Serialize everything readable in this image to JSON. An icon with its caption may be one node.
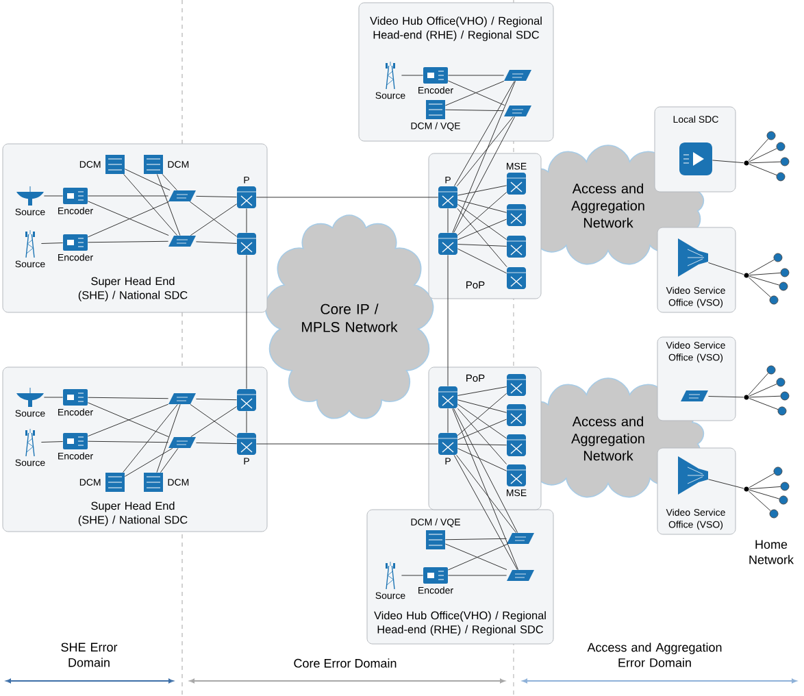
{
  "diagram": {
    "nodes": [
      {
        "text": [
          "Super Head End (SHE) / National SDC"
        ]
      },
      {
        "text": [
          "Source"
        ],
        "in": 0
      },
      {
        "text": [
          "Source"
        ],
        "in": 0
      },
      {
        "text": [
          "Encoder"
        ],
        "in": 0
      },
      {
        "text": [
          "Encoder"
        ],
        "in": 0
      },
      {
        "text": [
          "DCM"
        ],
        "in": 0
      },
      {
        "text": [
          "DCM"
        ],
        "in": 0
      },
      {
        "text": [],
        "shape": "box",
        "in": 0
      },
      {
        "text": [],
        "shape": "box",
        "in": 0
      },
      {
        "text": [
          "P"
        ],
        "in": 0
      },
      {
        "text": [],
        "shape": "cylinder",
        "in": 0
      },
      {
        "text": [
          "Super Head End (SHE) / National SDC"
        ]
      },
      {
        "text": [
          "Source"
        ],
        "in": 11
      },
      {
        "text": [
          "Source"
        ],
        "in": 11
      },
      {
        "text": [
          "Encoder"
        ],
        "in": 11
      },
      {
        "text": [
          "Encoder"
        ],
        "in": 11
      },
      {
        "text": [
          "DCM"
        ],
        "in": 11
      },
      {
        "text": [
          "DCM"
        ],
        "in": 11
      },
      {
        "text": [],
        "shape": "box",
        "in": 11
      },
      {
        "text": [],
        "shape": "box",
        "in": 11
      },
      {
        "text": [],
        "shape": "cylinder",
        "in": 11
      },
      {
        "text": [
          "P"
        ],
        "in": 11
      },
      {
        "text": [
          "Core IP / MPLS Network"
        ]
      },
      {
        "text": [
          "Video Hub Office(VHO) / Regional Head-end (RHE) / Regional SDC"
        ]
      },
      {
        "text": [
          "Source"
        ],
        "in": 23
      },
      {
        "text": [
          "Encoder"
        ],
        "in": 23
      },
      {
        "text": [
          "DCM / VQE"
        ],
        "in": 23
      },
      {
        "text": [],
        "shape": "box",
        "in": 23
      },
      {
        "text": [],
        "shape": "box",
        "in": 23
      },
      {
        "text": [
          "PoP"
        ]
      },
      {
        "text": [
          "P"
        ],
        "in": 29
      },
      {
        "text": [],
        "shape": "cylinder",
        "in": 29
      },
      {
        "text": [
          "MSE"
        ],
        "in": 29
      },
      {
        "text": [],
        "shape": "cylinder",
        "in": 29
      },
      {
        "text": [],
        "shape": "cylinder",
        "in": 29
      },
      {
        "text": [],
        "shape": "cylinder",
        "in": 29
      },
      {
        "text": [
          "Access and Aggregation Network"
        ]
      },
      {
        "text": [
          "Local SDC"
        ]
      },
      {
        "text": [],
        "shape": "cylinder",
        "in": 37
      },
      {
        "text": [],
        "shape": "circle"
      },
      {
        "text": [],
        "shape": "circle"
      },
      {
        "text": [],
        "shape": "circle"
      },
      {
        "text": [],
        "shape": "circle"
      },
      {
        "text": [],
        "shape": "circle"
      },
      {
        "text": [
          "Video Service Office (VSO)"
        ]
      },
      {
        "text": [],
        "shape": "cone",
        "in": 44
      },
      {
        "text": [],
        "shape": "circle"
      },
      {
        "text": [],
        "shape": "circle"
      },
      {
        "text": [],
        "shape": "circle"
      },
      {
        "text": [],
        "shape": "circle"
      },
      {
        "text": [],
        "shape": "circle"
      },
      {
        "text": [
          "PoP"
        ]
      },
      {
        "text": [],
        "shape": "cylinder",
        "in": 51
      },
      {
        "text": [
          "P"
        ],
        "in": 51
      },
      {
        "text": [],
        "shape": "cylinder",
        "in": 51
      },
      {
        "text": [],
        "shape": "cylinder",
        "in": 51
      },
      {
        "text": [],
        "shape": "cylinder",
        "in": 51
      },
      {
        "text": [
          "MSE"
        ],
        "in": 51
      },
      {
        "text": [
          "Video Hub Office(VHO) / Regional Head-end (RHE) / Regional SDC"
        ]
      },
      {
        "text": [
          "DCM / VQE"
        ],
        "in": 58
      },
      {
        "text": [
          "Source"
        ],
        "in": 58
      },
      {
        "text": [
          "Encoder"
        ],
        "in": 58
      },
      {
        "text": [],
        "shape": "box",
        "in": 58
      },
      {
        "text": [],
        "shape": "box",
        "in": 58
      },
      {
        "text": [
          "Access and Aggregation Network"
        ]
      },
      {
        "text": [
          "Video Service Office (VSO)"
        ]
      },
      {
        "text": [],
        "shape": "box",
        "in": 65
      },
      {
        "text": [],
        "shape": "circle"
      },
      {
        "text": [],
        "shape": "circle"
      },
      {
        "text": [],
        "shape": "circle"
      },
      {
        "text": [],
        "shape": "circle"
      },
      {
        "text": [],
        "shape": "circle"
      },
      {
        "text": [
          "Video Service Office (VSO)"
        ]
      },
      {
        "text": [],
        "shape": "cone",
        "in": 72
      },
      {
        "text": [],
        "shape": "circle"
      },
      {
        "text": [],
        "shape": "circle"
      },
      {
        "text": [],
        "shape": "circle"
      },
      {
        "text": [],
        "shape": "circle"
      },
      {
        "text": [],
        "shape": "circle"
      }
    ],
    "edges": [
      {
        "from": 1,
        "to": 3,
        "arrow": "none"
      },
      {
        "from": 2,
        "to": 4,
        "arrow": "none"
      },
      {
        "from": 3,
        "to": 7,
        "arrow": "none"
      },
      {
        "from": 3,
        "to": 8,
        "arrow": "none"
      },
      {
        "from": 4,
        "to": 7,
        "arrow": "none"
      },
      {
        "from": 4,
        "to": 8,
        "arrow": "none"
      },
      {
        "from": 5,
        "to": 7,
        "arrow": "none"
      },
      {
        "from": 5,
        "to": 8,
        "arrow": "none"
      },
      {
        "from": 6,
        "to": 7,
        "arrow": "none"
      },
      {
        "from": 6,
        "to": 8,
        "arrow": "none"
      },
      {
        "from": 7,
        "to": 9,
        "arrow": "none"
      },
      {
        "from": 7,
        "to": 10,
        "arrow": "none"
      },
      {
        "from": 8,
        "to": 9,
        "arrow": "none"
      },
      {
        "from": 8,
        "to": 10,
        "arrow": "none"
      },
      {
        "from": 9,
        "to": 10,
        "arrow": "none"
      },
      {
        "from": 9,
        "to": 30,
        "arrow": "none"
      },
      {
        "from": 10,
        "to": 20,
        "arrow": "none"
      },
      {
        "from": 20,
        "to": 21,
        "arrow": "none"
      },
      {
        "from": 12,
        "to": 14,
        "arrow": "none"
      },
      {
        "from": 13,
        "to": 15,
        "arrow": "none"
      },
      {
        "from": 14,
        "to": 18,
        "arrow": "none"
      },
      {
        "from": 14,
        "to": 19,
        "arrow": "none"
      },
      {
        "from": 15,
        "to": 18,
        "arrow": "none"
      },
      {
        "from": 15,
        "to": 19,
        "arrow": "none"
      },
      {
        "from": 16,
        "to": 18,
        "arrow": "none"
      },
      {
        "from": 16,
        "to": 19,
        "arrow": "none"
      },
      {
        "from": 17,
        "to": 18,
        "arrow": "none"
      },
      {
        "from": 17,
        "to": 19,
        "arrow": "none"
      },
      {
        "from": 18,
        "to": 20,
        "arrow": "none"
      },
      {
        "from": 18,
        "to": 21,
        "arrow": "none"
      },
      {
        "from": 19,
        "to": 20,
        "arrow": "none"
      },
      {
        "from": 19,
        "to": 21,
        "arrow": "none"
      },
      {
        "from": 21,
        "to": 53,
        "arrow": "none"
      },
      {
        "from": 24,
        "to": 25,
        "arrow": "none"
      },
      {
        "from": 25,
        "to": 27,
        "arrow": "none"
      },
      {
        "from": 25,
        "to": 28,
        "arrow": "none"
      },
      {
        "from": 26,
        "to": 27,
        "arrow": "none"
      },
      {
        "from": 26,
        "to": 28,
        "arrow": "none"
      },
      {
        "from": 27,
        "to": 30,
        "arrow": "none"
      },
      {
        "from": 27,
        "to": 31,
        "arrow": "none"
      },
      {
        "from": 28,
        "to": 30,
        "arrow": "none"
      },
      {
        "from": 28,
        "to": 31,
        "arrow": "none"
      },
      {
        "from": 30,
        "to": 31,
        "arrow": "none"
      },
      {
        "from": 30,
        "to": 32,
        "arrow": "none"
      },
      {
        "from": 30,
        "to": 33,
        "arrow": "none"
      },
      {
        "from": 30,
        "to": 34,
        "arrow": "none"
      },
      {
        "from": 30,
        "to": 35,
        "arrow": "none"
      },
      {
        "from": 31,
        "to": 32,
        "arrow": "none"
      },
      {
        "from": 31,
        "to": 33,
        "arrow": "none"
      },
      {
        "from": 31,
        "to": 34,
        "arrow": "none"
      },
      {
        "from": 31,
        "to": 35,
        "arrow": "none"
      },
      {
        "from": 31,
        "to": 52,
        "arrow": "none"
      },
      {
        "from": 38,
        "to": 39,
        "arrow": "none"
      },
      {
        "from": 39,
        "to": 40,
        "arrow": "none"
      },
      {
        "from": 39,
        "to": 41,
        "arrow": "none"
      },
      {
        "from": 39,
        "to": 42,
        "arrow": "none"
      },
      {
        "from": 39,
        "to": 43,
        "arrow": "none"
      },
      {
        "from": 45,
        "to": 46,
        "arrow": "none"
      },
      {
        "from": 46,
        "to": 47,
        "arrow": "none"
      },
      {
        "from": 46,
        "to": 48,
        "arrow": "none"
      },
      {
        "from": 46,
        "to": 49,
        "arrow": "none"
      },
      {
        "from": 46,
        "to": 50,
        "arrow": "none"
      },
      {
        "from": 52,
        "to": 53,
        "arrow": "none"
      },
      {
        "from": 52,
        "to": 54,
        "arrow": "none"
      },
      {
        "from": 52,
        "to": 55,
        "arrow": "none"
      },
      {
        "from": 52,
        "to": 56,
        "arrow": "none"
      },
      {
        "from": 52,
        "to": 57,
        "arrow": "none"
      },
      {
        "from": 53,
        "to": 54,
        "arrow": "none"
      },
      {
        "from": 53,
        "to": 55,
        "arrow": "none"
      },
      {
        "from": 53,
        "to": 56,
        "arrow": "none"
      },
      {
        "from": 53,
        "to": 57,
        "arrow": "none"
      },
      {
        "from": 60,
        "to": 61,
        "arrow": "none"
      },
      {
        "from": 59,
        "to": 62,
        "arrow": "none"
      },
      {
        "from": 59,
        "to": 63,
        "arrow": "none"
      },
      {
        "from": 61,
        "to": 62,
        "arrow": "none"
      },
      {
        "from": 61,
        "to": 63,
        "arrow": "none"
      },
      {
        "from": 62,
        "to": 52,
        "arrow": "none"
      },
      {
        "from": 62,
        "to": 53,
        "arrow": "none"
      },
      {
        "from": 63,
        "to": 52,
        "arrow": "none"
      },
      {
        "from": 63,
        "to": 53,
        "arrow": "none"
      },
      {
        "from": 66,
        "to": 67,
        "arrow": "none"
      },
      {
        "from": 67,
        "to": 68,
        "arrow": "none"
      },
      {
        "from": 67,
        "to": 69,
        "arrow": "none"
      },
      {
        "from": 67,
        "to": 70,
        "arrow": "none"
      },
      {
        "from": 67,
        "to": 71,
        "arrow": "none"
      },
      {
        "from": 73,
        "to": 74,
        "arrow": "none"
      },
      {
        "from": 74,
        "to": 75,
        "arrow": "none"
      },
      {
        "from": 74,
        "to": 76,
        "arrow": "none"
      },
      {
        "from": 74,
        "to": 77,
        "arrow": "none"
      },
      {
        "from": 74,
        "to": 78,
        "arrow": "none"
      }
    ],
    "labels": [
      "Home Network",
      "SHE Error Domain",
      "Core Error Domain",
      "Access and Aggregation Error Domain"
    ]
  }
}
